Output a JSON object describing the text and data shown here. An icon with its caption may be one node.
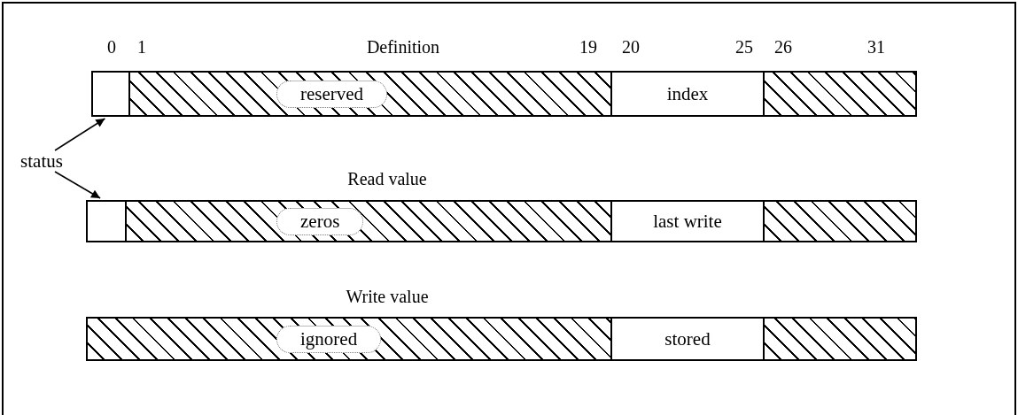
{
  "diagram": {
    "nodes": [
      {
        "text": [],
        "shape": "box"
      },
      {
        "text": [
          "reserved"
        ]
      },
      {
        "text": [
          "index"
        ]
      },
      {
        "text": [],
        "shape": "box"
      },
      {
        "text": [],
        "shape": "box"
      },
      {
        "text": [
          "zeros"
        ]
      },
      {
        "text": [
          "last write"
        ]
      },
      {
        "text": [],
        "shape": "box"
      },
      {
        "text": [
          "ignored"
        ]
      },
      {
        "text": [
          "stored"
        ]
      },
      {
        "text": [],
        "shape": "box"
      },
      {
        "text": [
          "status"
        ]
      }
    ],
    "edges": [
      {
        "from": 11,
        "to": 0,
        "arrow": "to"
      },
      {
        "from": 11,
        "to": 4,
        "arrow": "to"
      }
    ],
    "labels": [
      "0",
      "1",
      "Definition",
      "19",
      "20",
      "25",
      "26",
      "31",
      "Read value",
      "Write value"
    ]
  }
}
